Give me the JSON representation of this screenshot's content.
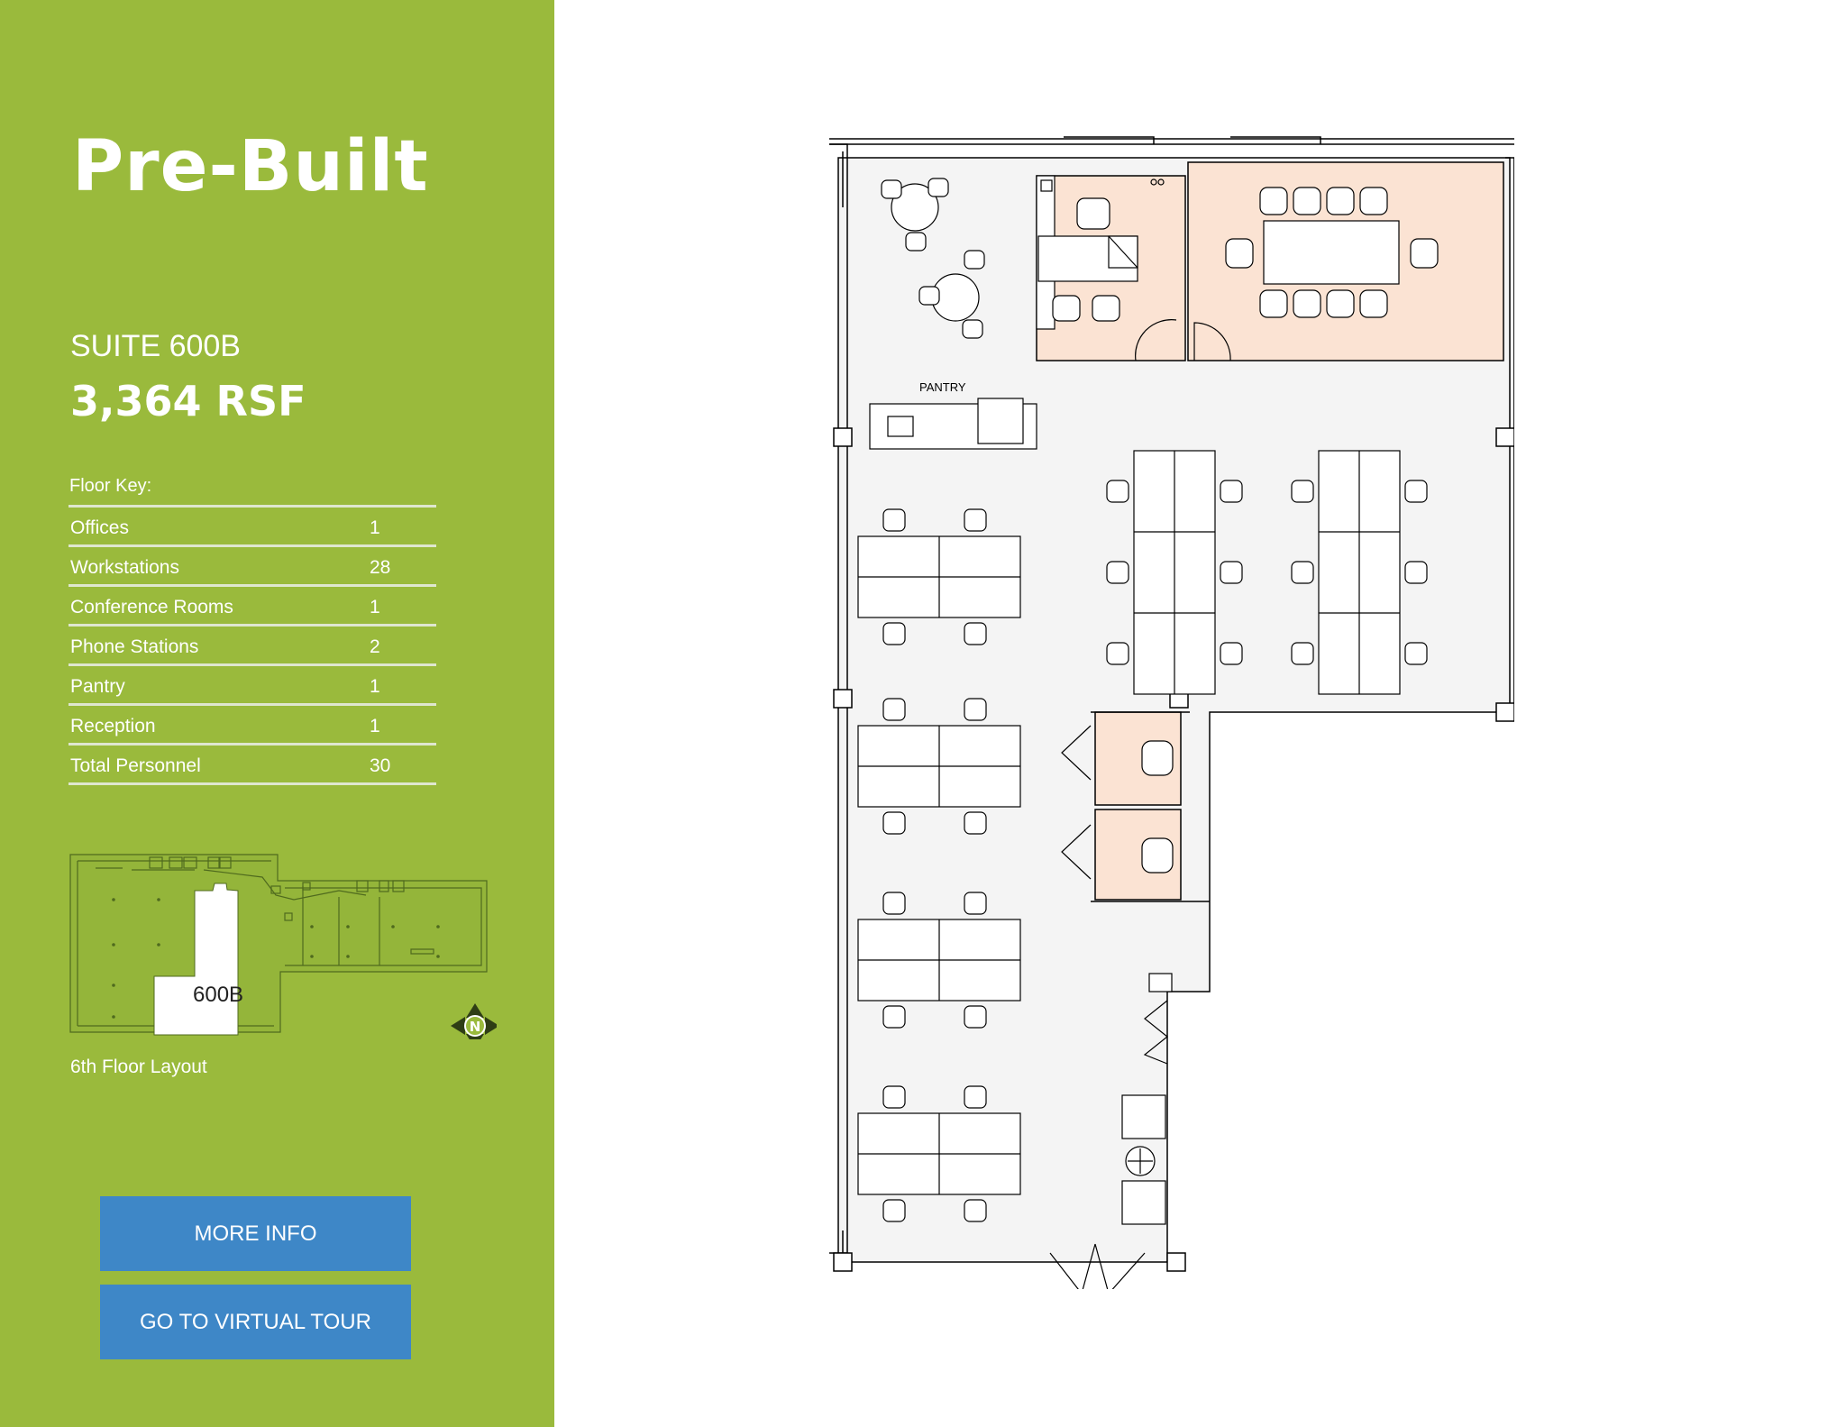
{
  "title": "Pre-Built",
  "suite": "SUITE 600B",
  "area": "3,364 RSF",
  "floor_key": {
    "heading": "Floor Key:",
    "rows": [
      {
        "label": "Offices",
        "value": "1"
      },
      {
        "label": "Workstations",
        "value": "28"
      },
      {
        "label": "Conference Rooms",
        "value": "1"
      },
      {
        "label": "Phone Stations",
        "value": "2"
      },
      {
        "label": "Pantry",
        "value": "1"
      },
      {
        "label": "Reception",
        "value": "1"
      },
      {
        "label": "Total Personnel",
        "value": "30"
      }
    ]
  },
  "minimap": {
    "suite_label": "600B",
    "compass": "N"
  },
  "floor_caption": "6th Floor Layout",
  "buttons": {
    "more_info": "MORE INFO",
    "virtual_tour": "GO TO VIRTUAL TOUR"
  },
  "plan": {
    "pantry_label": "PANTRY"
  },
  "colors": {
    "sidebar": "#9aba3c",
    "button": "#3e87c7",
    "room_fill": "#fbe3d3",
    "floor_fill": "#f5f5f5"
  }
}
